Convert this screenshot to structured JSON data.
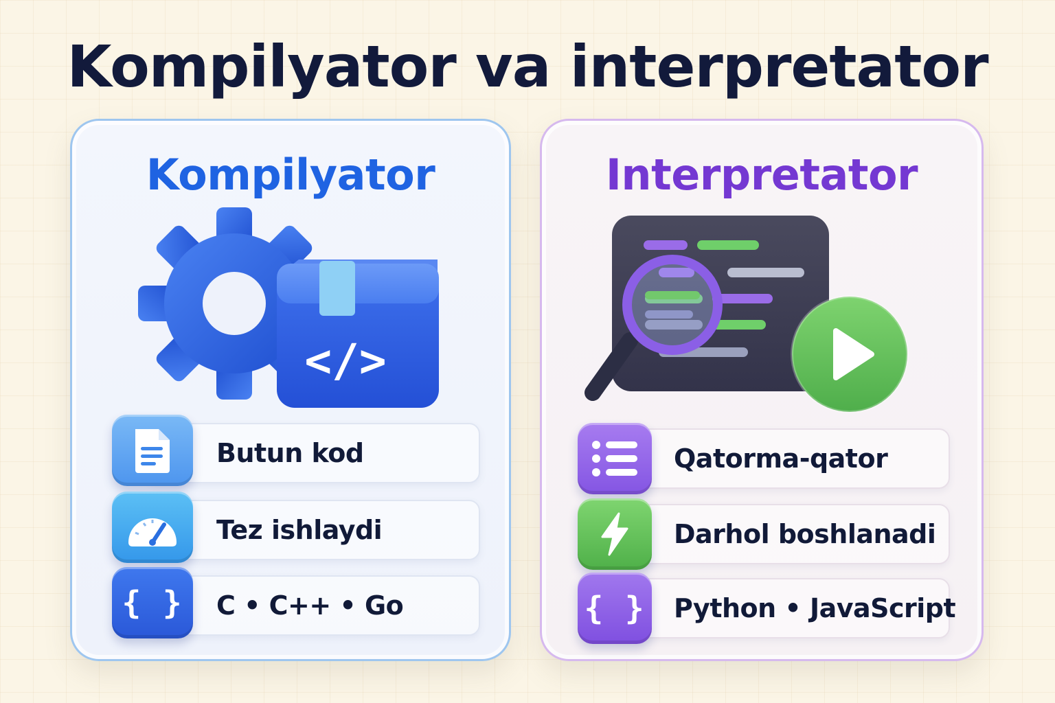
{
  "title": "Kompilyator va interpretator",
  "compiler": {
    "title": "Kompilyator",
    "accent": "#1f63e2",
    "illustration": [
      "gear-icon",
      "code-box-icon"
    ],
    "box_label": "</>",
    "rows": [
      {
        "icon": "document-icon",
        "label": "Butun kod"
      },
      {
        "icon": "speedometer-icon",
        "label": "Tez ishlaydi"
      },
      {
        "icon": "curly-braces-icon",
        "icon_text": "{ }",
        "label": "C • C++ • Go"
      }
    ]
  },
  "interpreter": {
    "title": "Interpretator",
    "accent": "#7438d2",
    "illustration": [
      "code-panel-icon",
      "magnifier-icon",
      "play-icon"
    ],
    "rows": [
      {
        "icon": "list-icon",
        "label": "Qatorma-qator"
      },
      {
        "icon": "lightning-icon",
        "label": "Darhol boshlanadi"
      },
      {
        "icon": "curly-braces-icon",
        "icon_text": "{ }",
        "label": "Python • JavaScript"
      }
    ]
  }
}
